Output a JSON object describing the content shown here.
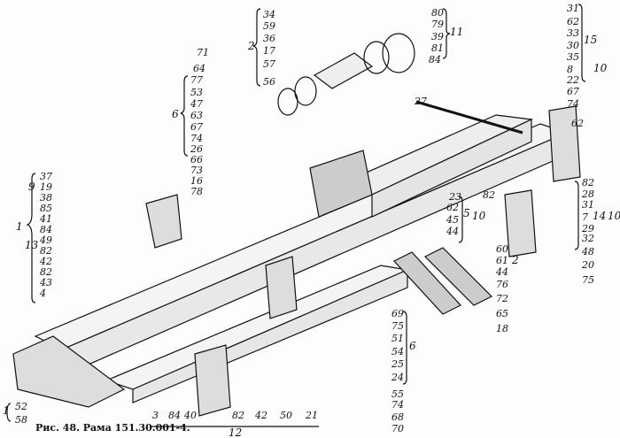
{
  "caption": "Рис. 48. Рама 151.30.001-4.",
  "callouts": [
    "34",
    "59",
    "36",
    "17",
    "57",
    "56",
    "80",
    "79",
    "39",
    "81",
    "84",
    "71",
    "64",
    "77",
    "53",
    "47",
    "63",
    "67",
    "74",
    "26",
    "66",
    "73",
    "16",
    "78",
    "31",
    "62",
    "33",
    "30",
    "35",
    "8",
    "22",
    "67",
    "74",
    "27",
    "62",
    "23",
    "62",
    "45",
    "44",
    "82",
    "82",
    "28",
    "31",
    "7",
    "29",
    "32",
    "48",
    "20",
    "75",
    "60",
    "61",
    "44",
    "76",
    "72",
    "65",
    "18",
    "69",
    "75",
    "51",
    "54",
    "25",
    "24",
    "55",
    "74",
    "68",
    "70",
    "37",
    "19",
    "38",
    "85",
    "41",
    "84",
    "49",
    "82",
    "42",
    "82",
    "43",
    "4",
    "52",
    "58",
    "3",
    "84",
    "40",
    "82",
    "42",
    "50",
    "21"
  ],
  "group_labels": [
    "2",
    "11",
    "6",
    "15",
    "10",
    "5",
    "10",
    "14",
    "10",
    "2",
    "6",
    "9",
    "13",
    "1",
    "1",
    "12"
  ],
  "colors": {
    "ink": "#111111",
    "paper": "#fdfdfd"
  }
}
